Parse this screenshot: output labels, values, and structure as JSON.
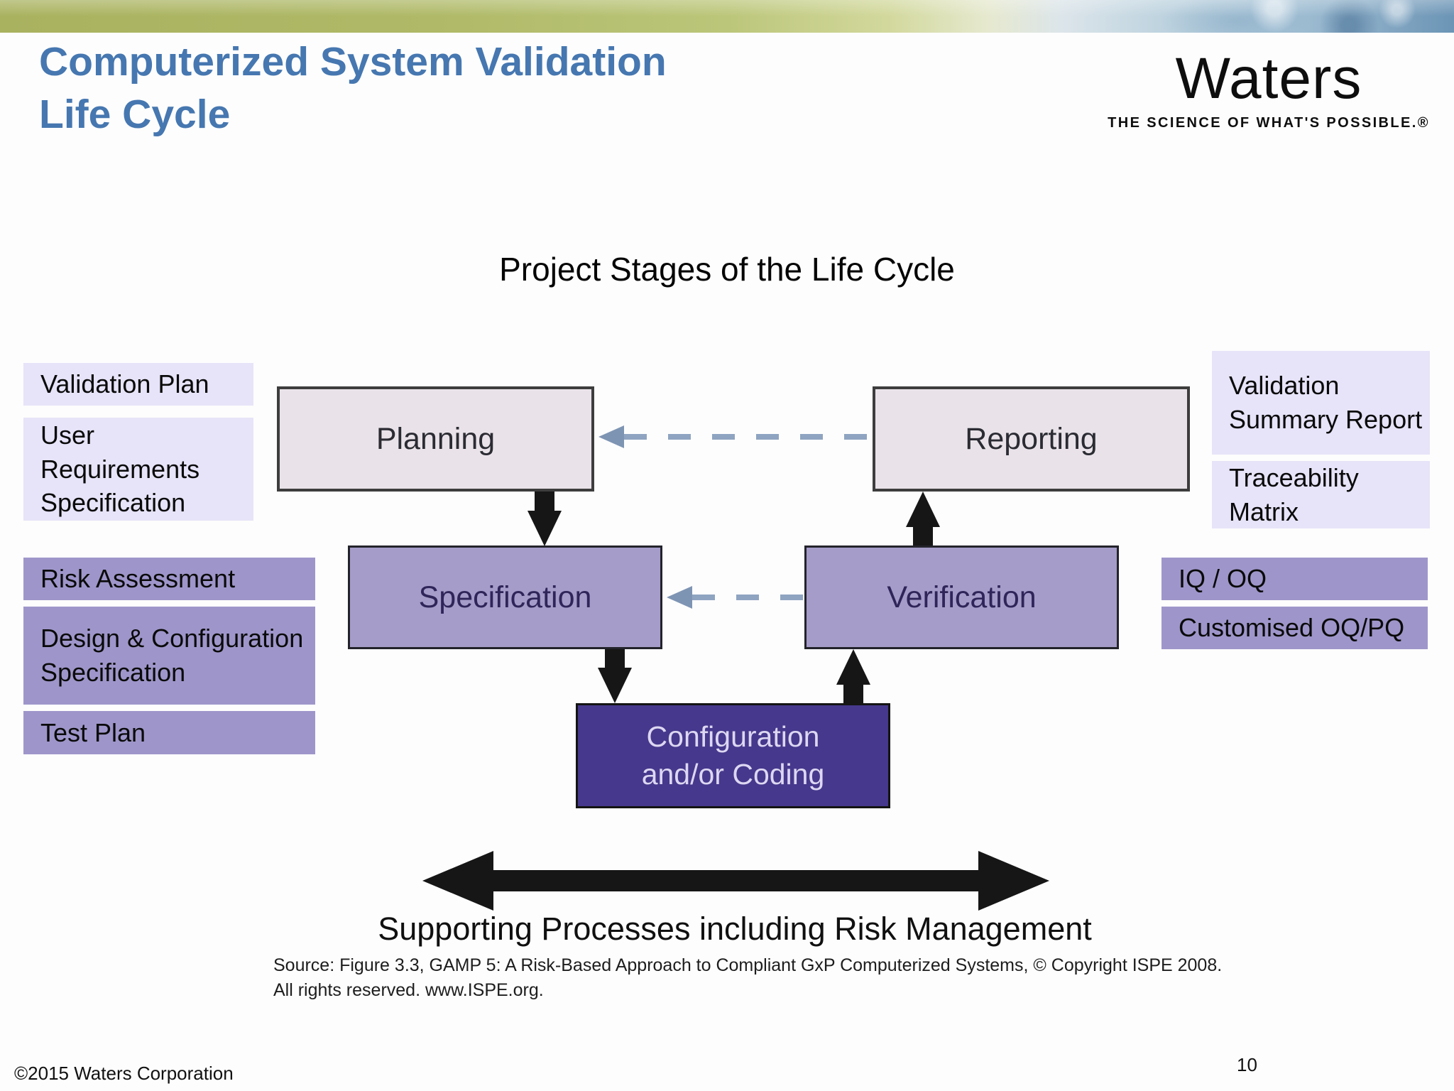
{
  "header": {
    "title_line1": "Computerized System Validation",
    "title_line2": "Life Cycle",
    "logo_brand": "Waters",
    "logo_tagline": "THE SCIENCE OF WHAT'S POSSIBLE.®"
  },
  "diagram": {
    "heading": "Project Stages of the Life Cycle",
    "stages": {
      "planning": "Planning",
      "reporting": "Reporting",
      "specification": "Specification",
      "verification": "Verification",
      "configuration": "Configuration\nand/or Coding"
    },
    "left_documents": [
      {
        "label": "Validation Plan",
        "tone": "light"
      },
      {
        "label": "User Requirements Specification",
        "tone": "light"
      },
      {
        "label": "Risk Assessment",
        "tone": "dark"
      },
      {
        "label": "Design & Configuration Specification",
        "tone": "dark"
      },
      {
        "label": "Test Plan",
        "tone": "dark"
      }
    ],
    "right_documents": [
      {
        "label": "Validation Summary Report",
        "tone": "light"
      },
      {
        "label": "Traceability Matrix",
        "tone": "light"
      },
      {
        "label": "IQ / OQ",
        "tone": "dark"
      },
      {
        "label": "Customised OQ/PQ",
        "tone": "dark"
      }
    ],
    "supporting_caption": "Supporting Processes including Risk Management",
    "source_line1": "Source: Figure 3.3, GAMP 5: A Risk-Based Approach to Compliant GxP Computerized Systems, © Copyright ISPE 2008.",
    "source_line2": "All rights reserved. www.ISPE.org."
  },
  "footer": {
    "copyright": "©2015 Waters Corporation",
    "page_number": "10"
  },
  "colors": {
    "title_blue": "#4677b0",
    "banner_olive": "#a9b25f",
    "banner_blue": "#6b94b5",
    "stage_light_fill": "#e9e3e9",
    "stage_mid_fill": "#a59cc9",
    "stage_dark_fill": "#46388c",
    "label_light_fill": "#e7e3f8",
    "label_dark_fill": "#9e96ca",
    "dashed_arrow": "#8fa4c1",
    "solid_arrow": "#161616"
  }
}
